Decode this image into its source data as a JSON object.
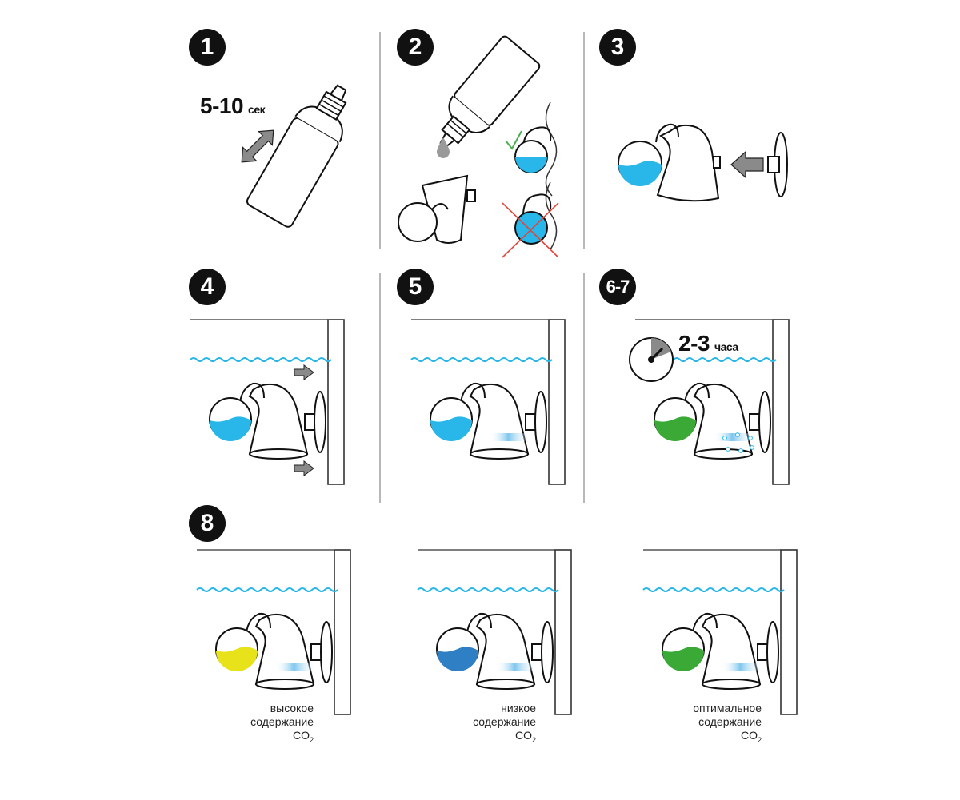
{
  "steps": {
    "s1": "1",
    "s2": "2",
    "s3": "3",
    "s4": "4",
    "s5": "5",
    "s67": "6-7",
    "s8": "8"
  },
  "labels": {
    "time_short_value": "5-10",
    "time_short_unit": "сек",
    "time_long_value": "2-3",
    "time_long_unit": "часа"
  },
  "captions": {
    "high": {
      "line1": "высокое",
      "line2": "содержание",
      "line3": "CO",
      "sub": "2"
    },
    "low": {
      "line1": "низкое",
      "line2": "содержание",
      "line3": "CO",
      "sub": "2"
    },
    "optimal": {
      "line1": "оптимальное",
      "line2": "содержание",
      "line3": "CO",
      "sub": "2"
    }
  },
  "colors": {
    "water": "#29b6e8",
    "green": "#3aa935",
    "yellow": "#e8e21a",
    "deepblue": "#2f7fc4",
    "arrow": "#8a8a8a",
    "check": "#4caf50",
    "cross": "#e0463a"
  }
}
